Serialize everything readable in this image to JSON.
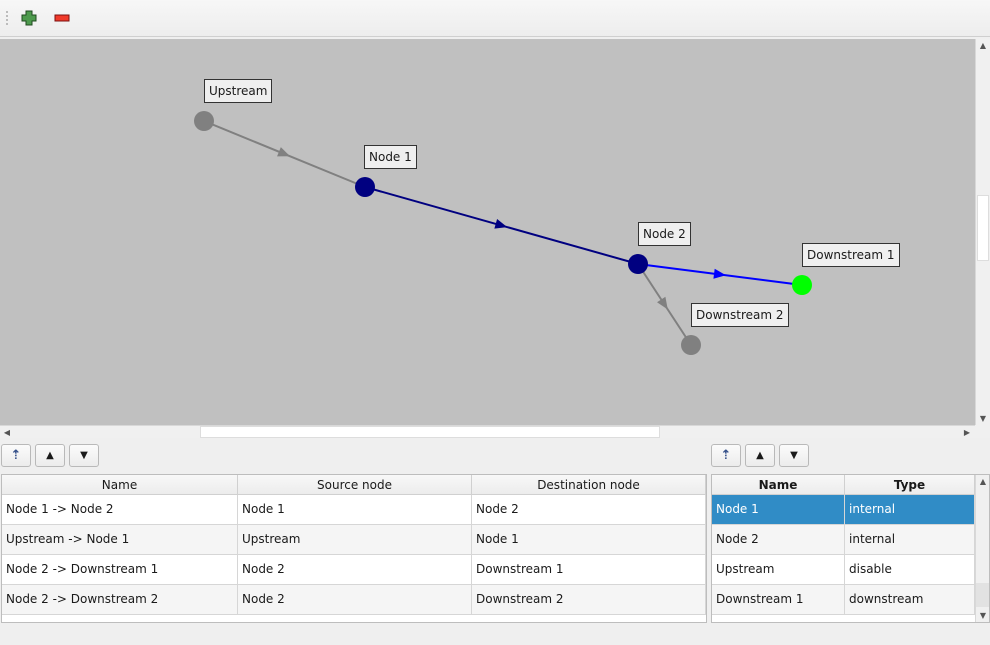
{
  "toolbar": {
    "add_icon": "plus-icon",
    "remove_icon": "minus-icon"
  },
  "graph": {
    "nodes": [
      {
        "id": "upstream",
        "label": "Upstream",
        "color": "#808080"
      },
      {
        "id": "node1",
        "label": "Node 1",
        "color": "#000080"
      },
      {
        "id": "node2",
        "label": "Node 2",
        "color": "#000080"
      },
      {
        "id": "down1",
        "label": "Downstream 1",
        "color": "#00ff00"
      },
      {
        "id": "down2",
        "label": "Downstream 2",
        "color": "#808080"
      }
    ],
    "edges": [
      {
        "from": "upstream",
        "to": "node1",
        "color": "#808080"
      },
      {
        "from": "node1",
        "to": "node2",
        "color": "#000080"
      },
      {
        "from": "node2",
        "to": "down1",
        "color": "#0000ff"
      },
      {
        "from": "node2",
        "to": "down2",
        "color": "#808080"
      }
    ]
  },
  "edges_table": {
    "columns": [
      "Name",
      "Source node",
      "Destination node"
    ],
    "rows": [
      [
        "Node 1 -> Node 2",
        "Node 1",
        "Node 2"
      ],
      [
        "Upstream -> Node 1",
        "Upstream",
        "Node 1"
      ],
      [
        "Node 2 -> Downstream 1",
        "Node 2",
        "Downstream 1"
      ],
      [
        "Node 2 -> Downstream 2",
        "Node 2",
        "Downstream 2"
      ]
    ]
  },
  "nodes_table": {
    "columns": [
      "Name",
      "Type"
    ],
    "rows": [
      [
        "Node 1",
        "internal"
      ],
      [
        "Node 2",
        "internal"
      ],
      [
        "Upstream",
        "disable"
      ],
      [
        "Downstream 1",
        "downstream"
      ]
    ],
    "selected_row": 0,
    "selection_color": "#308cc6"
  }
}
